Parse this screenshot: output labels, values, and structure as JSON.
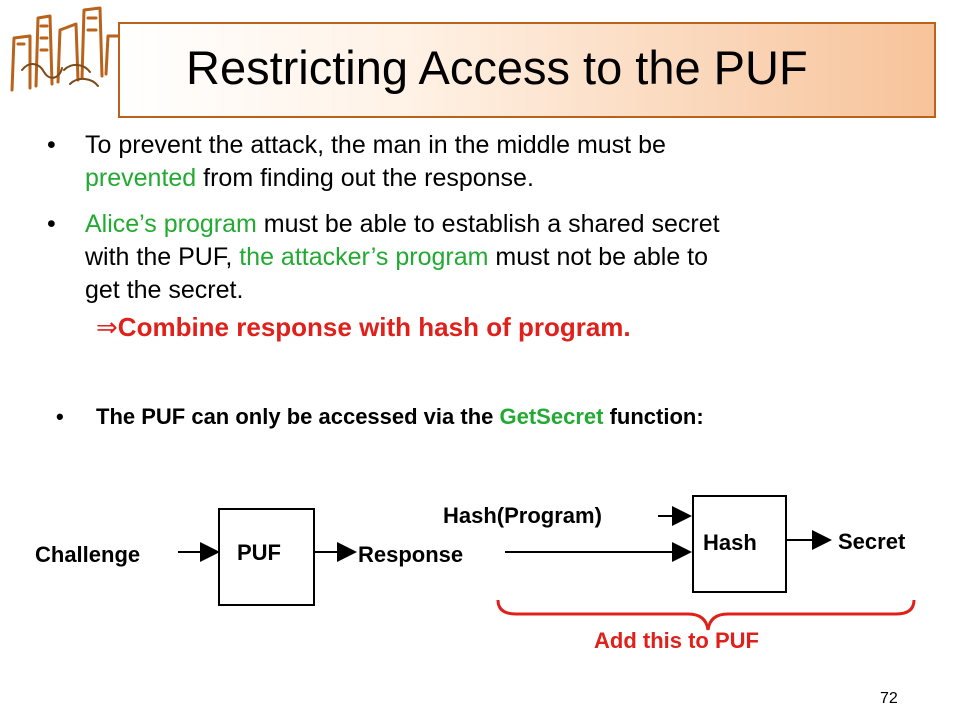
{
  "slide": {
    "title": "Restricting Access to the PUF",
    "page": "72"
  },
  "bullets": [
    {
      "a": "To prevent the attack, the man in the middle must be",
      "highlight": "prevented",
      "b": "from finding out the response."
    },
    {
      "h1": "Alice’s program",
      "a": "must be able to establish a shared secret",
      "b": "with the PUF,",
      "h2": "the attacker’s program",
      "c": "must not be able to",
      "d": "get the secret."
    },
    {
      "a": "The PUF can only be accessed via the",
      "highlight": "GetSecret",
      "b": "function:"
    }
  ],
  "implication": {
    "symbol": "⇒",
    "text": "Combine response with hash of program."
  },
  "diagram": {
    "challenge": "Challenge",
    "puf": "PUF",
    "response": "Response",
    "hash_program": "Hash(Program)",
    "hash": "Hash",
    "secret": "Secret",
    "add_note": "Add this to PUF"
  },
  "colors": {
    "accent_green": "#22aa33",
    "accent_red": "#e0201b",
    "title_border": "#b8621b"
  }
}
